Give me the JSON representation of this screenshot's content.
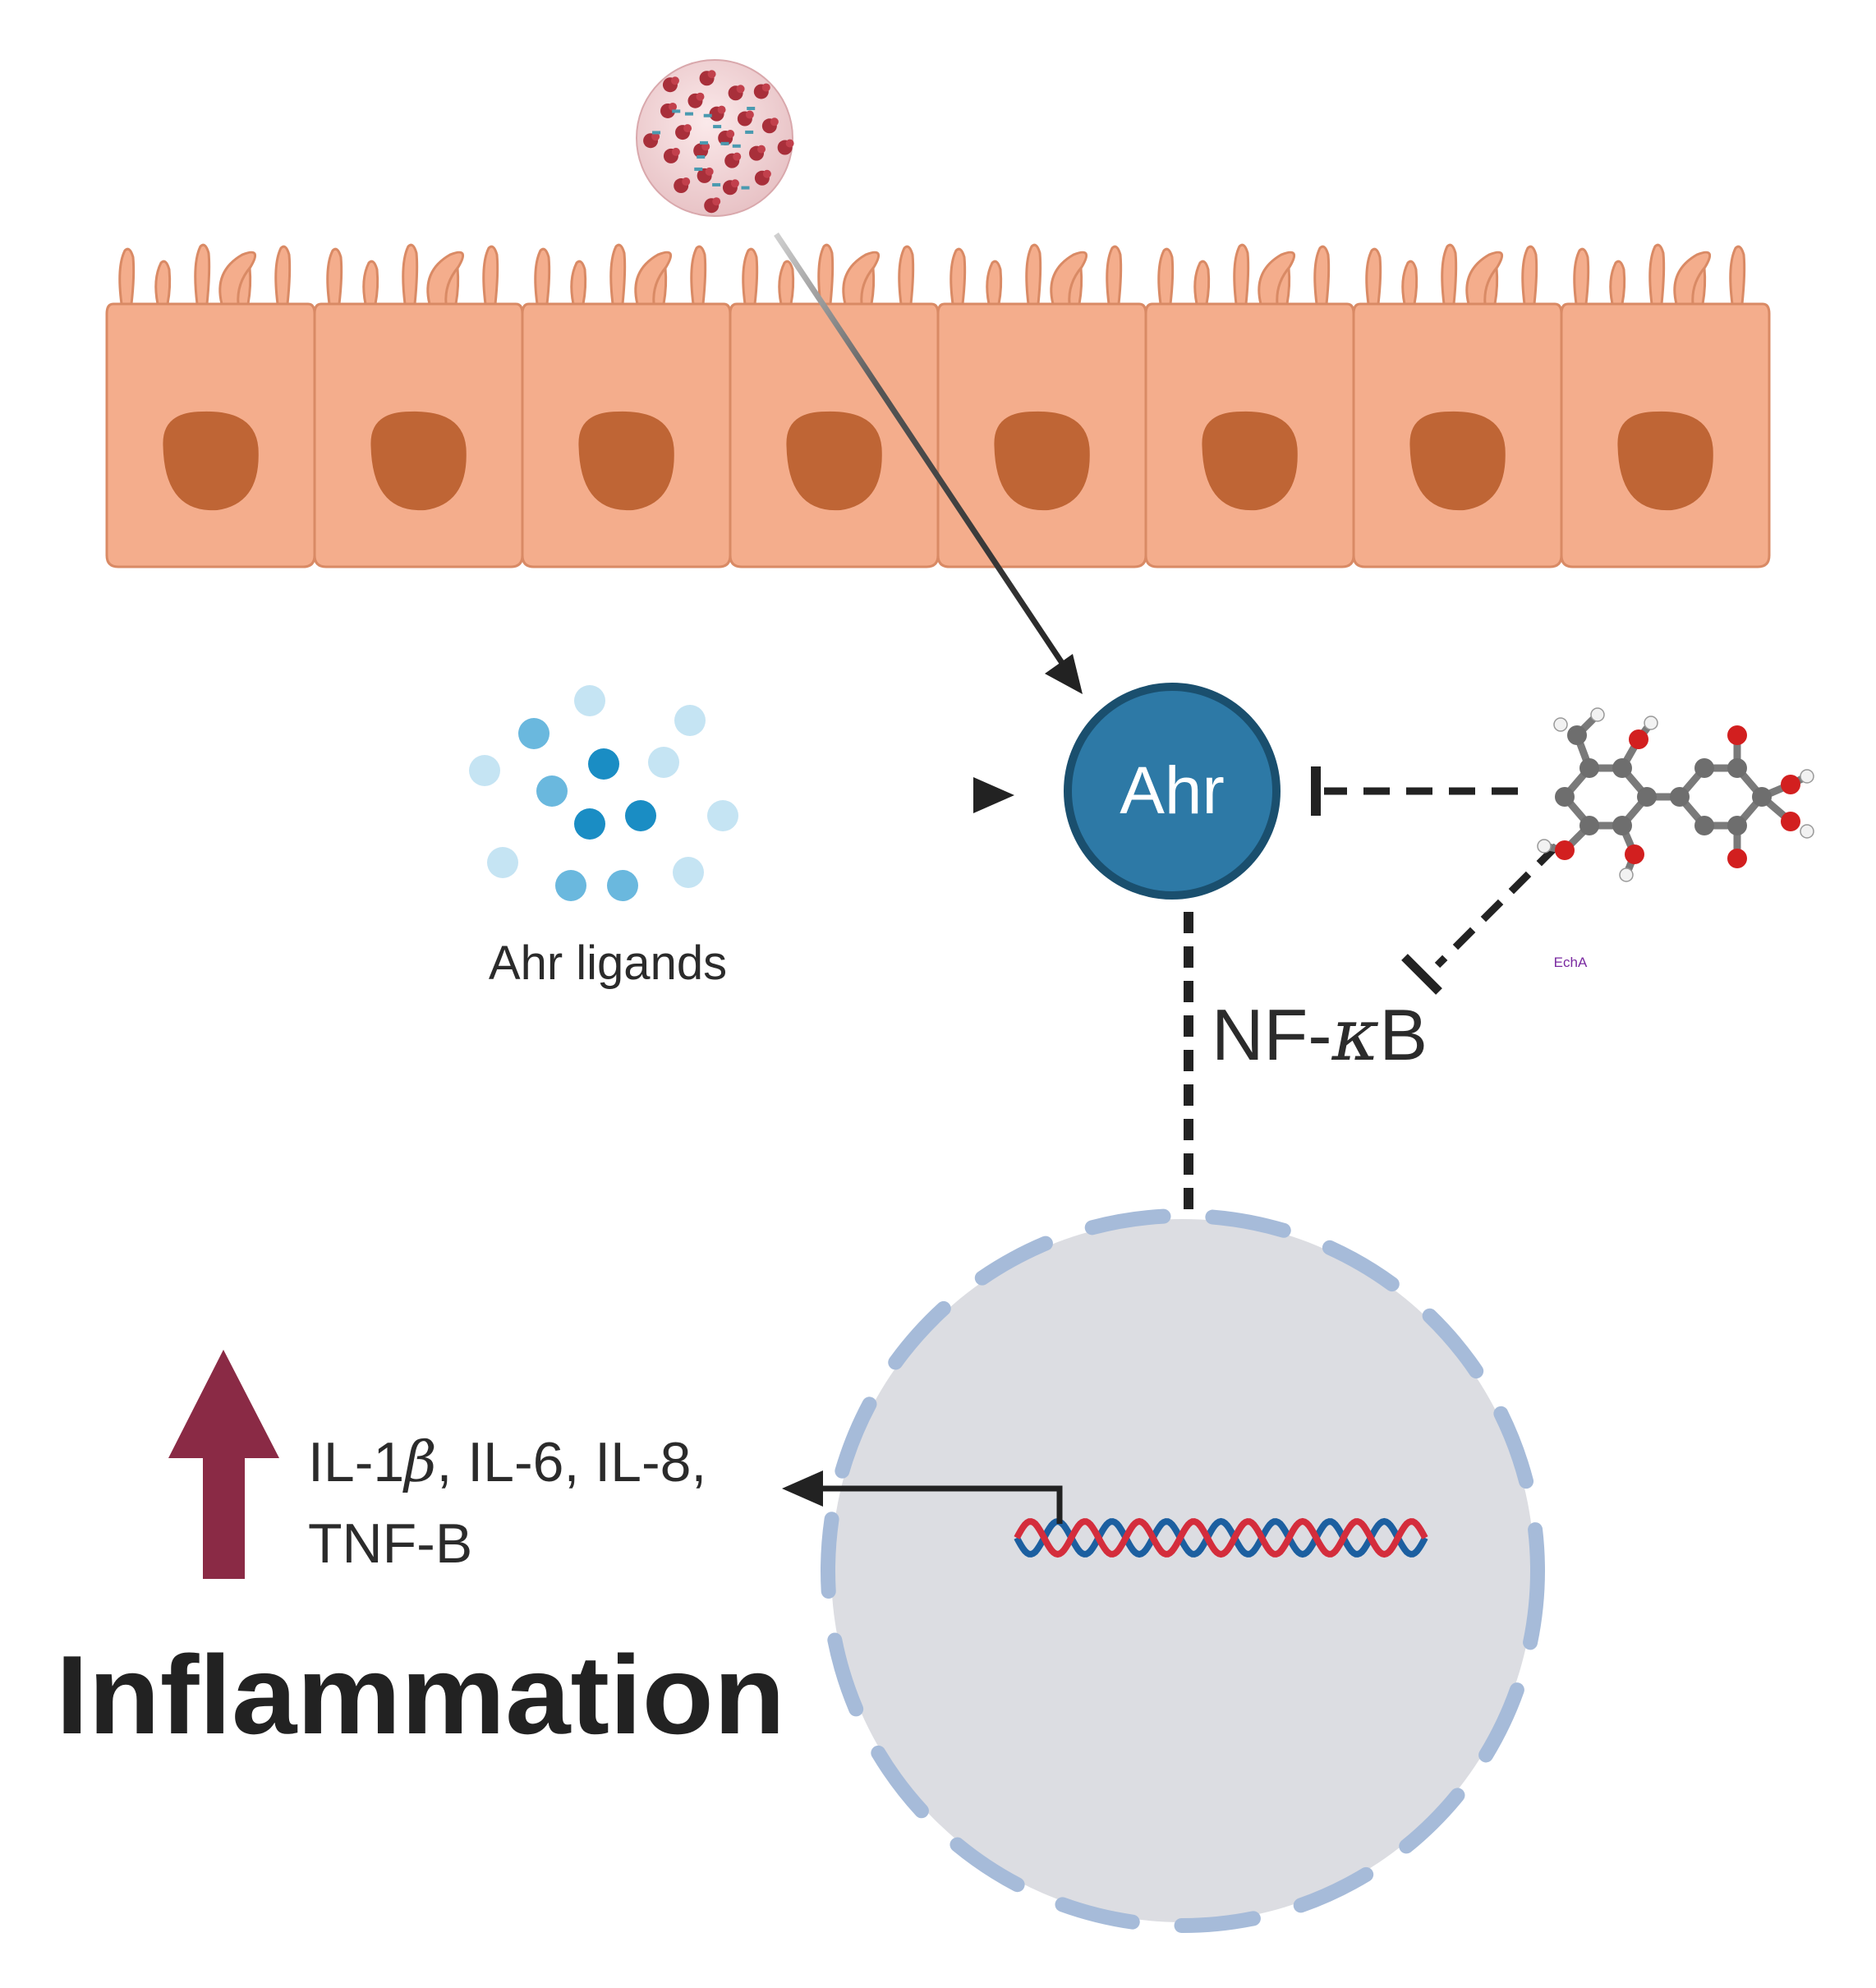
{
  "labels": {
    "ahr": "Ahr",
    "ahr_ligands": "Ahr ligands",
    "nfkb_prefix": "NF-",
    "nfkb_kappa": "κ",
    "nfkb_suffix": "B",
    "cytokines_line1_prefix": "IL-1",
    "cytokines_line1_beta": "β",
    "cytokines_line1_suffix": ", IL-6, IL-8,",
    "cytokines_line2": "TNF-B",
    "inflammation": "Inflammation",
    "molecule_tag": "EchA"
  },
  "colors": {
    "cell_fill": "#f4ad8c",
    "cell_stroke": "#d98a65",
    "cell_nucleus": "#bf6535",
    "ahr_fill": "#2d79a6",
    "ahr_stroke": "#1a4f6e",
    "ligand_dark": "#1a8dc4",
    "ligand_mid": "#6ab8de",
    "ligand_light": "#c5e4f3",
    "nucleus_fill": "#dcdde2",
    "nucleus_envelope": "#a6bbd9",
    "dna_red": "#d42d3c",
    "dna_blue": "#1c5fa0",
    "up_arrow": "#8a2a45",
    "virus": "#a82f3a",
    "molecule_tag": "#7a2aa0"
  },
  "icons": {
    "virus": "virus-icon",
    "epithelium": "epithelial-cell-layer",
    "ligands": "ligand-cluster-icon",
    "molecule": "molecule-ball-stick-icon",
    "dna": "dna-double-helix-icon",
    "up_arrow": "up-arrow-icon"
  }
}
